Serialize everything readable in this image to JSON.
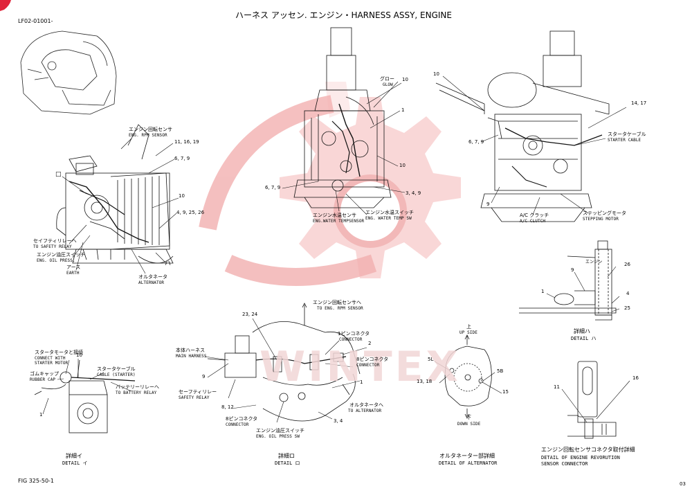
{
  "header": {
    "doc_code": "LF02-01001-",
    "title": "ハーネス アッセン. エンジン・HARNESS ASSY, ENGINE"
  },
  "footer": {
    "fig": "FIG 325-50-1",
    "page": "03"
  },
  "watermark": {
    "text": "WINTEX",
    "color": "#f2b8b8"
  },
  "left_view": {
    "rpm_sensor_jp": "エンジン回転センサ",
    "rpm_sensor_en": "ENG. RPM SENSOR",
    "ref_11_16_19": "11, 16, 19",
    "ref_6_7_9": "6, 7, 9",
    "ref_10": "10",
    "ref_4_9_25_26": "4, 9, 25, 26",
    "square_mark": "□",
    "safety_relay_jp": "セイフティリレーへ",
    "safety_relay_en": "TO SAFETY RELAY",
    "oil_press_jp": "エンジン油圧スイッチ",
    "oil_press_en": "ENG. OIL PRESS.",
    "earth_jp": "アース",
    "earth_en": "EARTH",
    "alternator_jp": "オルタネータ",
    "alternator_en": "ALTERNATOR",
    "ha_mark": "ハ"
  },
  "center_view": {
    "glow_jp": "グロー",
    "glow_en": "GLOW",
    "ref_10a": "10",
    "ref_1": "1",
    "ref_10b": "10",
    "ref_6_7_9": "6, 7, 9",
    "ref_3_4_9": "3, 4, 9",
    "water_temp_sensor_jp": "エンジン水温センサ",
    "water_temp_sensor_en": "ENG.WATER TEMPSENSOR",
    "water_temp_sw_jp": "エンジン水温スイッチ",
    "water_temp_sw_en": "ENG. WATER TEMP SW"
  },
  "right_view": {
    "ref_10": "10",
    "ref_14_17": "14, 17",
    "starter_cable_jp": "スタータケーブル",
    "starter_cable_en": "STARTER CABLE",
    "ref_6_7_9": "6, 7, 9",
    "ref_9": "9",
    "ac_clutch_jp": "A/C クラッチ",
    "ac_clutch_en": "A/C CLUTCH",
    "stepping_motor_jp": "ステッピングモータ",
    "stepping_motor_en": "STEPPING MOTOR"
  },
  "detail_ha": {
    "ref_9": "9",
    "engine_label": "エンジン",
    "ref_26": "26",
    "ref_1": "1",
    "ref_4": "4",
    "ref_25": "25",
    "caption_jp": "詳細ハ",
    "caption_en": "DETAIL ハ"
  },
  "detail_i": {
    "starter_motor_jp": "スタータモータと接続",
    "starter_motor_en1": "CONNECT WITH",
    "starter_motor_en2": "STARTER MOTOR",
    "ref_10": "10",
    "cable_starter_jp": "スタータケーブル",
    "cable_starter_en": "CABLE (STARTER)",
    "rubber_cap_jp": "ゴムキャップ",
    "rubber_cap_en": "RUBBER CAP",
    "battery_relay_jp": "バッテリーリレーへ",
    "battery_relay_en": "TO BATTERY RELAY",
    "ref_1": "1",
    "caption_jp": "詳細イ",
    "caption_en": "DETAIL イ"
  },
  "detail_ro": {
    "rpm_sensor_to_jp": "エンジン回転センサへ",
    "rpm_sensor_to_en": "TO ENG. RPM SENSOR",
    "ref_23_24": "23, 24",
    "pin1_jp": "1ピンコネクタ",
    "pin1_en": "CONNECTOR",
    "ref_2": "2",
    "main_harness_jp": "本体ハーネス",
    "main_harness_en": "MAIN HARNESS",
    "pin8a_jp": "8ピンコネクタ",
    "pin8a_en": "CONNECTOR",
    "ref_9": "9",
    "ref_1": "1",
    "safety_relay_jp": "セーフティリレー",
    "safety_relay_en": "SAFETY RELAY",
    "to_alternator_jp": "オルタネータへ",
    "to_alternator_en": "TO ALTERNATOR",
    "ref_8_12": "8, 12",
    "pin8b_jp": "8ピンコネクタ",
    "pin8b_en": "CONNECTOR",
    "ref_3_4": "3, 4",
    "oil_press_sw_jp": "エンジン油圧スイッチ",
    "oil_press_sw_en": "ENG. OIL PRESS SW",
    "caption_jp": "詳細ロ",
    "caption_en": "DETAIL ロ"
  },
  "detail_alternator": {
    "up_jp": "上",
    "up_en": "UP SIDE",
    "ref_5l": "5L",
    "ref_5b": "5B",
    "ref_13_18": "13, 18",
    "ref_15": "15",
    "down_jp": "下",
    "down_en": "DOWN SIDE",
    "caption_jp": "オルタネーター部詳細",
    "caption_en": "DETAIL OF ALTERNATOR"
  },
  "detail_sensor": {
    "ref_11": "11",
    "ref_16": "16",
    "caption_jp": "エンジン回転センサコネクタ取付詳細",
    "caption_en1": "DETAIL OF ENGINE REVORUTION",
    "caption_en2": "SENSOR CONNECTOR"
  }
}
